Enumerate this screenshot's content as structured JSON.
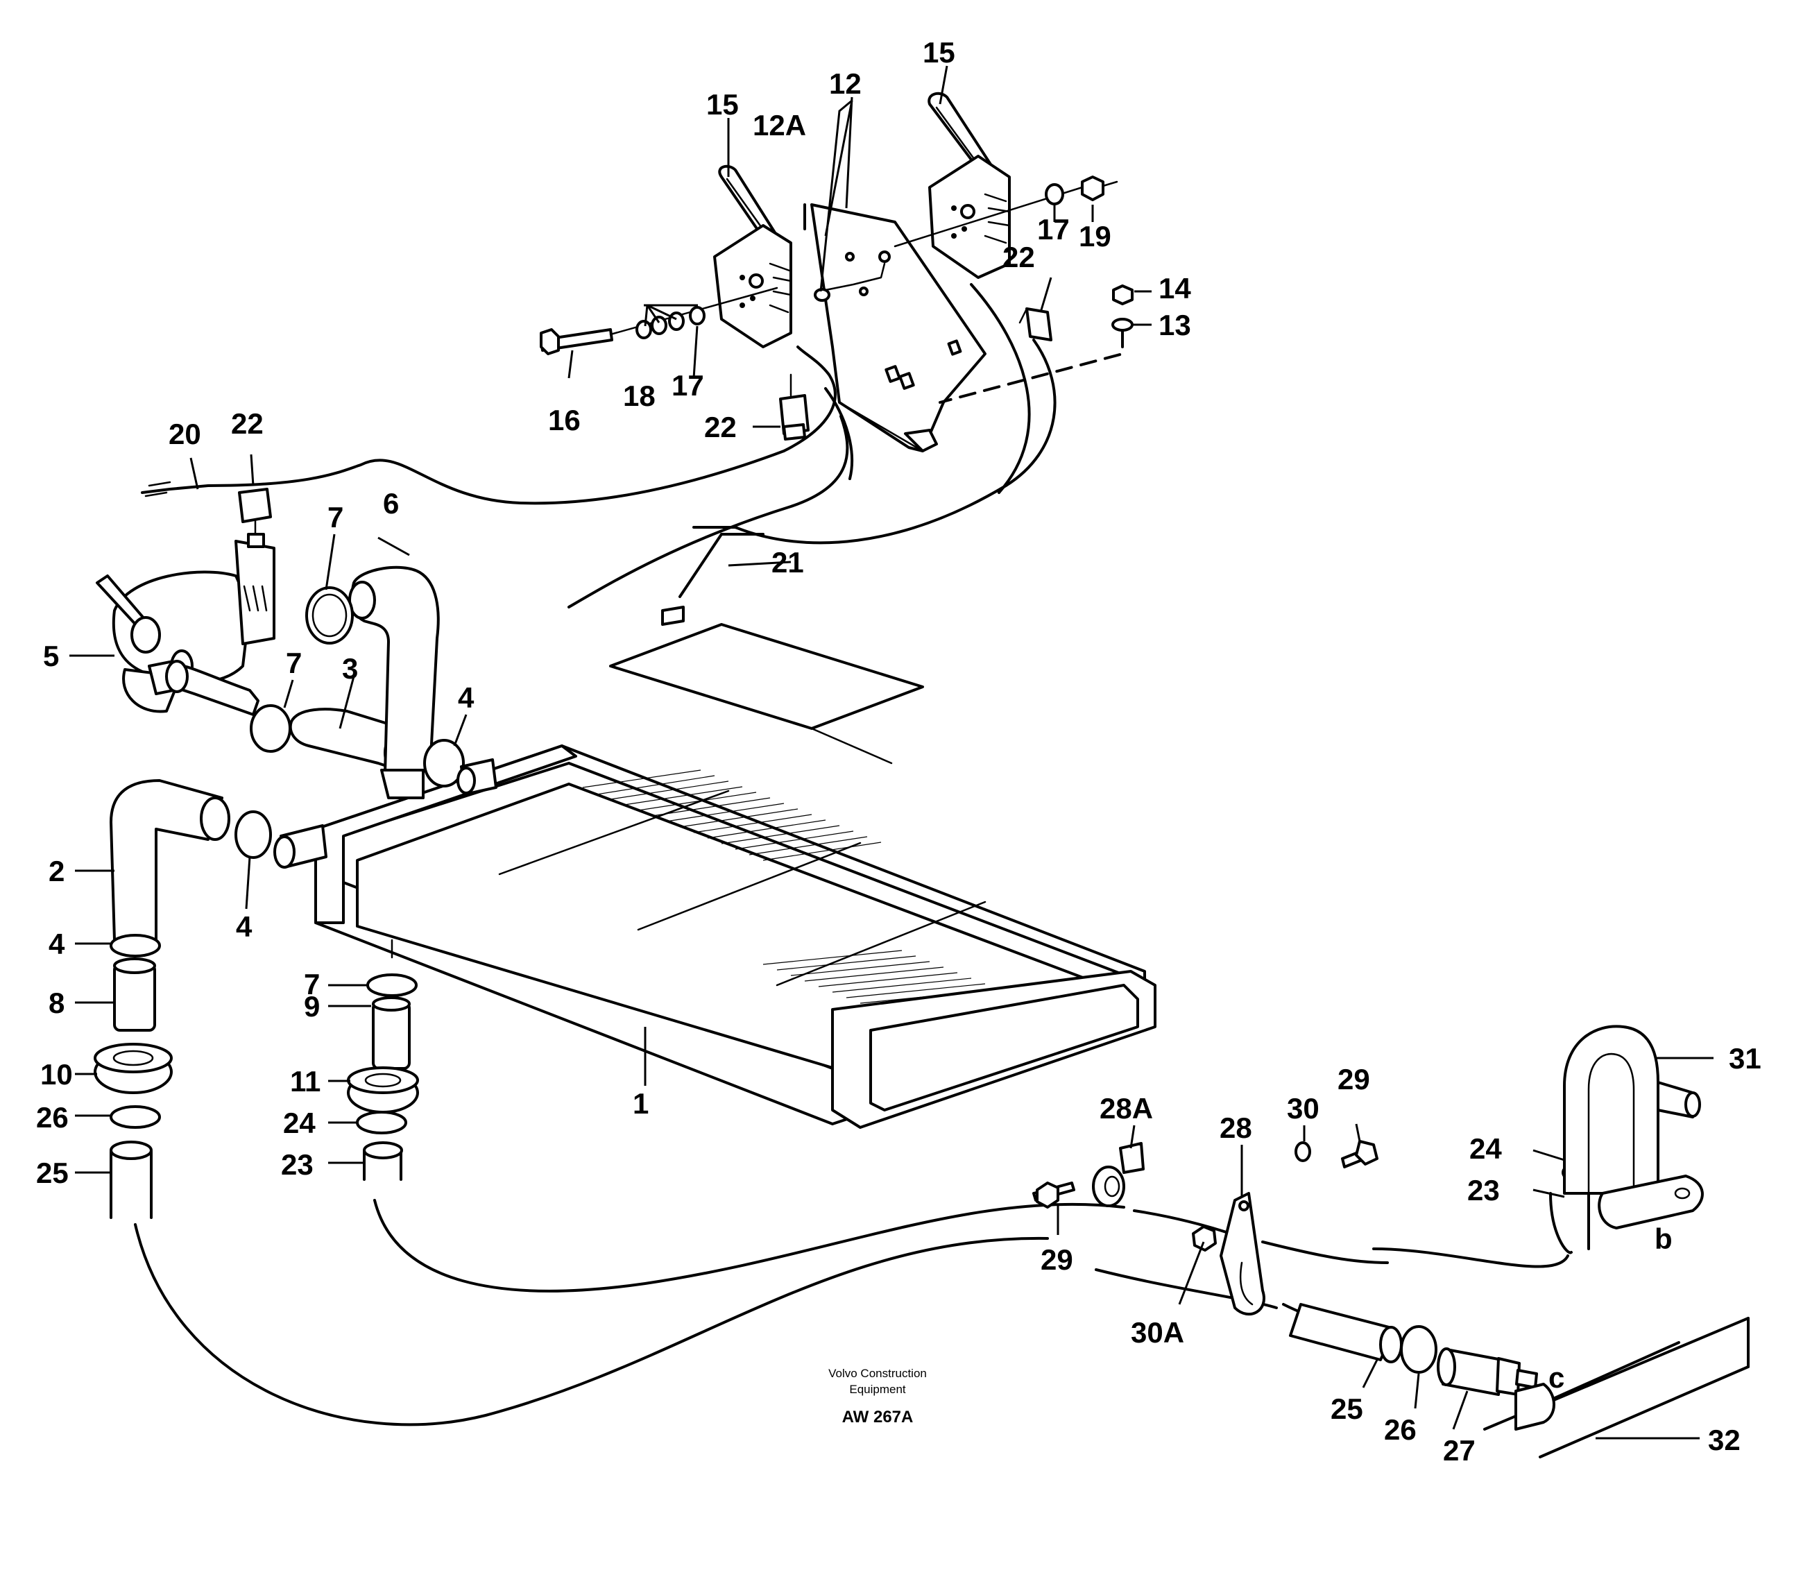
{
  "drawing": {
    "credit_line1": "Volvo Construction",
    "credit_line2": "Equipment",
    "code": "AW 267A"
  },
  "callouts": {
    "c1": "1",
    "c2": "2",
    "c3": "3",
    "c4a": "4",
    "c4b": "4",
    "c4c": "4",
    "c5": "5",
    "c6": "6",
    "c7a": "7",
    "c7b": "7",
    "c7c": "7",
    "c8": "8",
    "c9": "9",
    "c10": "10",
    "c11": "11",
    "c12": "12",
    "c12a": "12A",
    "c13": "13",
    "c14": "14",
    "c15a": "15",
    "c15b": "15",
    "c16": "16",
    "c17a": "17",
    "c17b": "17",
    "c18": "18",
    "c19": "19",
    "c20": "20",
    "c21": "21",
    "c22a": "22",
    "c22b": "22",
    "c22c": "22",
    "c23a": "23",
    "c23b": "23",
    "c24a": "24",
    "c24b": "24",
    "c25a": "25",
    "c25b": "25",
    "c26a": "26",
    "c26b": "26",
    "c27": "27",
    "c28": "28",
    "c28a": "28A",
    "c29a": "29",
    "c29b": "29",
    "c30": "30",
    "c30a": "30A",
    "c31": "31",
    "c32": "32",
    "cb": "b",
    "cc": "c"
  }
}
